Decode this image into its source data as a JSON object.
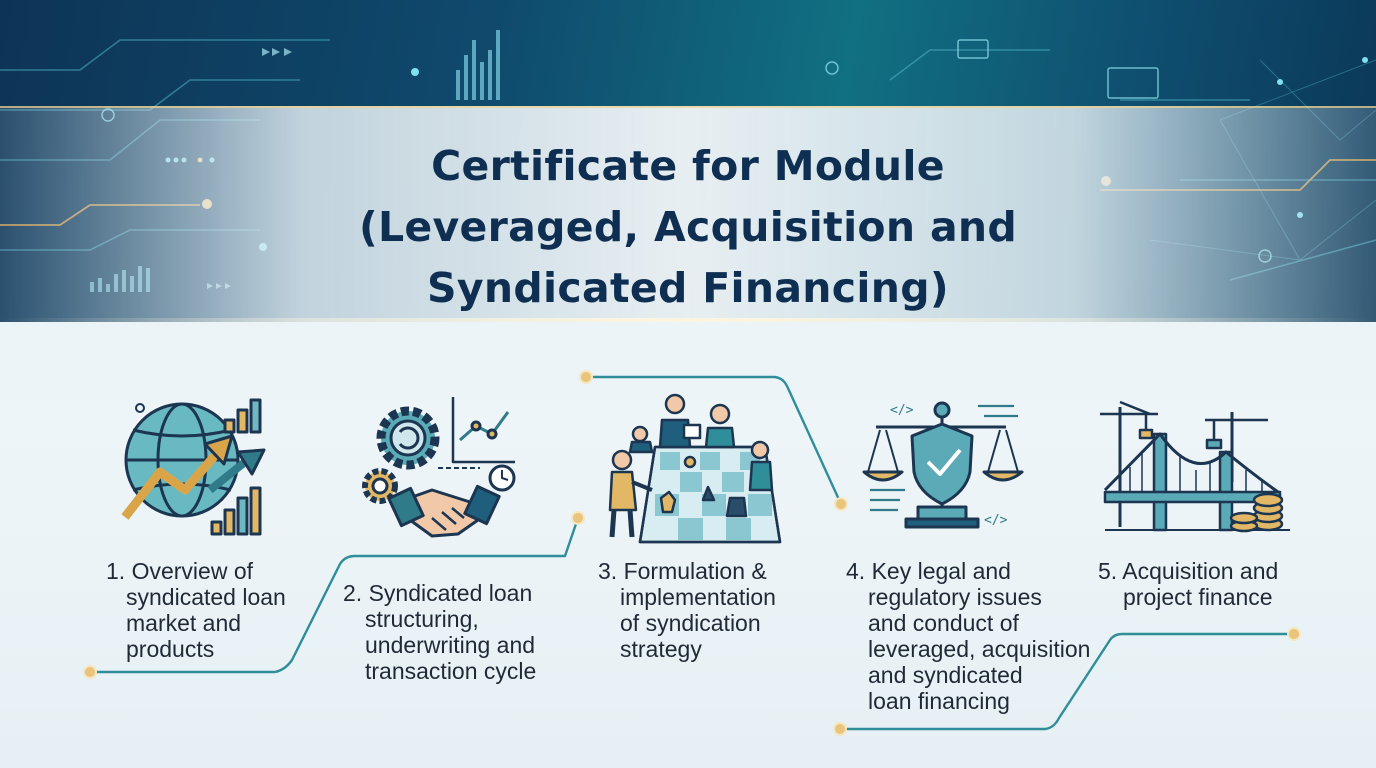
{
  "title": {
    "lines": [
      "Certificate for Module",
      "(Leveraged, Acquisition and",
      "Syndicated Financing)"
    ]
  },
  "steps": [
    {
      "icon": "globe-growth-icon",
      "lines": [
        "1. Overview of",
        "syndicated loan",
        "market and",
        "products"
      ]
    },
    {
      "icon": "gears-handshake-icon",
      "lines": [
        "2. Syndicated loan",
        "structuring,",
        "underwriting and",
        "transaction cycle"
      ]
    },
    {
      "icon": "team-chessboard-icon",
      "lines": [
        "3. Formulation &",
        "implementation",
        "of syndication",
        "strategy"
      ]
    },
    {
      "icon": "legal-scales-shield-icon",
      "lines": [
        "4. Key legal and",
        "regulatory issues",
        "and conduct of",
        "leveraged, acquisition",
        "and syndicated",
        "loan financing"
      ]
    },
    {
      "icon": "bridge-cranes-coins-icon",
      "lines": [
        "5. Acquisition and",
        "project finance"
      ]
    }
  ],
  "colors": {
    "navy": "#0f2f52",
    "teal": "#1f8a96",
    "gold": "#e2b866",
    "line": "#2f8e99"
  }
}
